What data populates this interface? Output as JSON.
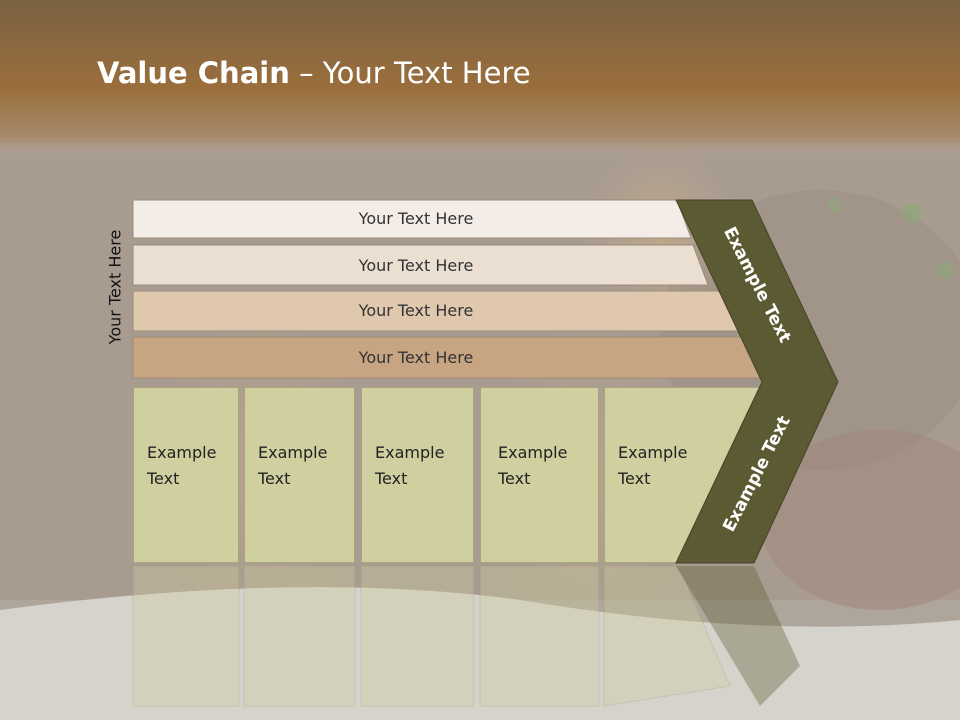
{
  "title": {
    "bold": "Value Chain",
    "rest": " – Your Text Here"
  },
  "side_label": "Your Text Here",
  "bars": [
    {
      "label": "Your Text Here",
      "color": "#f4ede7"
    },
    {
      "label": "Your Text Here",
      "color": "#ebdfd1"
    },
    {
      "label": "Your Text Here",
      "color": "#dfc8ae"
    },
    {
      "label": "Your Text Here",
      "color": "#c8a582"
    }
  ],
  "boxes": [
    {
      "line1": "Example",
      "line2": "Text"
    },
    {
      "line1": "Example",
      "line2": "Text"
    },
    {
      "line1": "Example",
      "line2": "Text"
    },
    {
      "line1": "Example",
      "line2": "Text"
    },
    {
      "line1": "Example",
      "line2": "Text"
    }
  ],
  "chevron": {
    "upper": "Example Text",
    "lower": "Example Text",
    "color": "#5c5a32"
  },
  "colors": {
    "header": "#8f6a3e",
    "box_fill": "#cfcf9f",
    "box_border": "#a9a47e"
  }
}
